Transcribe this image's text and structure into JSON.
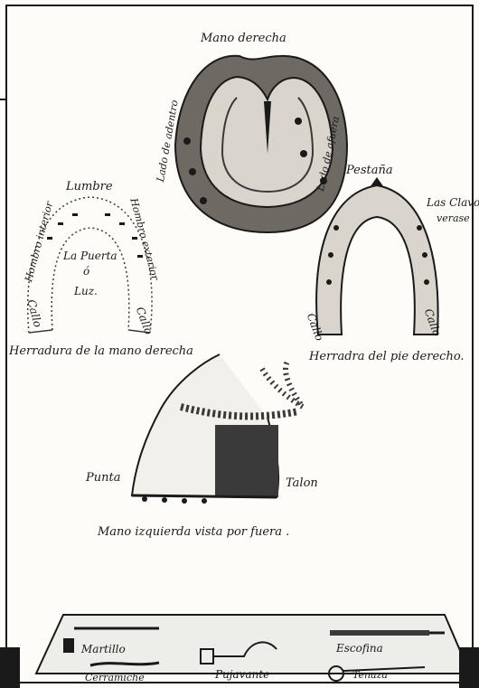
{
  "colors": {
    "ink": "#1a1a1a",
    "paper": "#fdfcf8",
    "shade": "#3a3a3a",
    "tray": "#ededea"
  },
  "labels": {
    "mano_derecha": "Mano derecha",
    "lado_adentro": "Lado de adentro",
    "lado_afuera": "Lado de afuera",
    "pestana": "Pestaña",
    "las_clavas": "Las Clavo",
    "verase": "verase",
    "lumbre": "Lumbre",
    "hombro_interior": "Hombro interior",
    "hombro_exterior": "Hombro exterior",
    "la_puerta": "La Puerta",
    "o": "ó",
    "luz": "Luz.",
    "callo_1": "Callo",
    "callo_2": "Callo",
    "callo_3": "Callo",
    "callo_4": "Callo",
    "caption_left": "Herradura de la mano derecha",
    "caption_right": "Herradra del pie derecho.",
    "punta": "Punta",
    "talon": "Talon",
    "caption_hoof": "Mano izquierda vista por fuera ."
  },
  "tools": {
    "martillo": "Martillo",
    "escofina": "Escofina",
    "cerramiche": "Cerramiche",
    "pujavante": "Pujavante",
    "tenaza": "Tenaza"
  }
}
